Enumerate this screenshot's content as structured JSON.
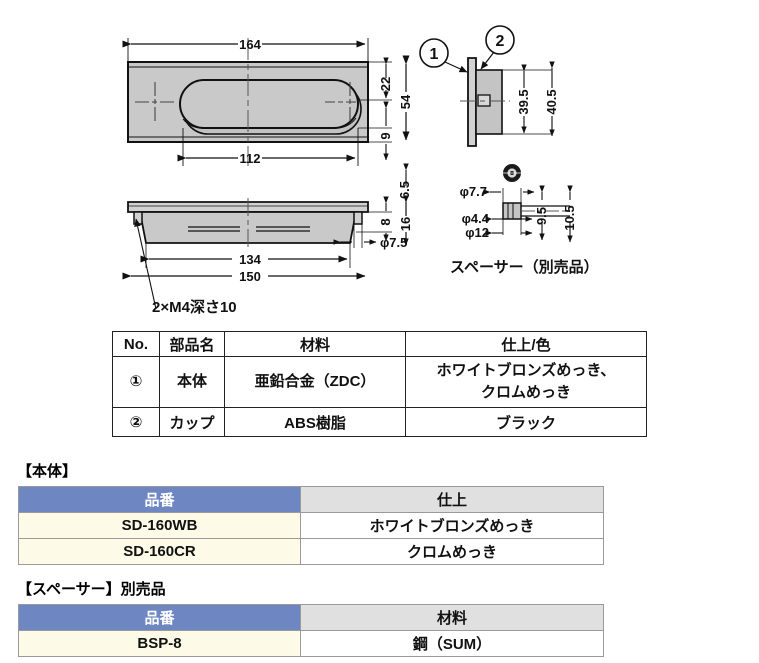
{
  "drawing": {
    "front_view": {
      "dim_width_overall": "164",
      "dim_width_inner": "112",
      "dim_top_offset": "22",
      "dim_height_overall": "54",
      "dim_bottom_offset": "9"
    },
    "side_view": {
      "dim_flange_gap": "6.5",
      "dim_body_depth": "8",
      "dim_total_depth": "16",
      "dim_hole_dia": "φ7.5",
      "dim_inner_len": "134",
      "dim_outer_len": "150",
      "note_thread": "2×M4深さ10"
    },
    "cup_view": {
      "callout_1": "1",
      "callout_2": "2",
      "dim_inner": "39.5",
      "dim_outer": "40.5"
    },
    "spacer_view": {
      "dim_head_dia": "φ7.7",
      "dim_shaft_dia": "φ4.4",
      "dim_flange_dia": "φ12",
      "dim_len_inner": "9.5",
      "dim_len_outer": "10.5",
      "caption": "スペーサー（別売品）"
    }
  },
  "parts_table": {
    "headers": [
      "No.",
      "部品名",
      "材料",
      "仕上/色"
    ],
    "rows": [
      {
        "no": "①",
        "part": "本体",
        "material": "亜鉛合金（ZDC）",
        "finish_line1": "ホワイトブロンズめっき、",
        "finish_line2": "クロムめっき"
      },
      {
        "no": "②",
        "part": "カップ",
        "material": "ABS樹脂",
        "finish_line1": "ブラック",
        "finish_line2": ""
      }
    ]
  },
  "body_section": {
    "heading": "【本体】",
    "headers": [
      "品番",
      "仕上"
    ],
    "rows": [
      {
        "code": "SD-160WB",
        "finish": "ホワイトブロンズめっき"
      },
      {
        "code": "SD-160CR",
        "finish": "クロムめっき"
      }
    ]
  },
  "spacer_section": {
    "heading": "【スペーサー】別売品",
    "headers": [
      "品番",
      "材料"
    ],
    "rows": [
      {
        "code": "BSP-8",
        "material": "鋼（SUM）"
      }
    ]
  },
  "colors": {
    "header_blue": "#6e86c2",
    "header_gray": "#e0e0e0",
    "code_cream": "#fdfbe8",
    "metal_fill": "#c9c9c9",
    "line": "#111111"
  }
}
